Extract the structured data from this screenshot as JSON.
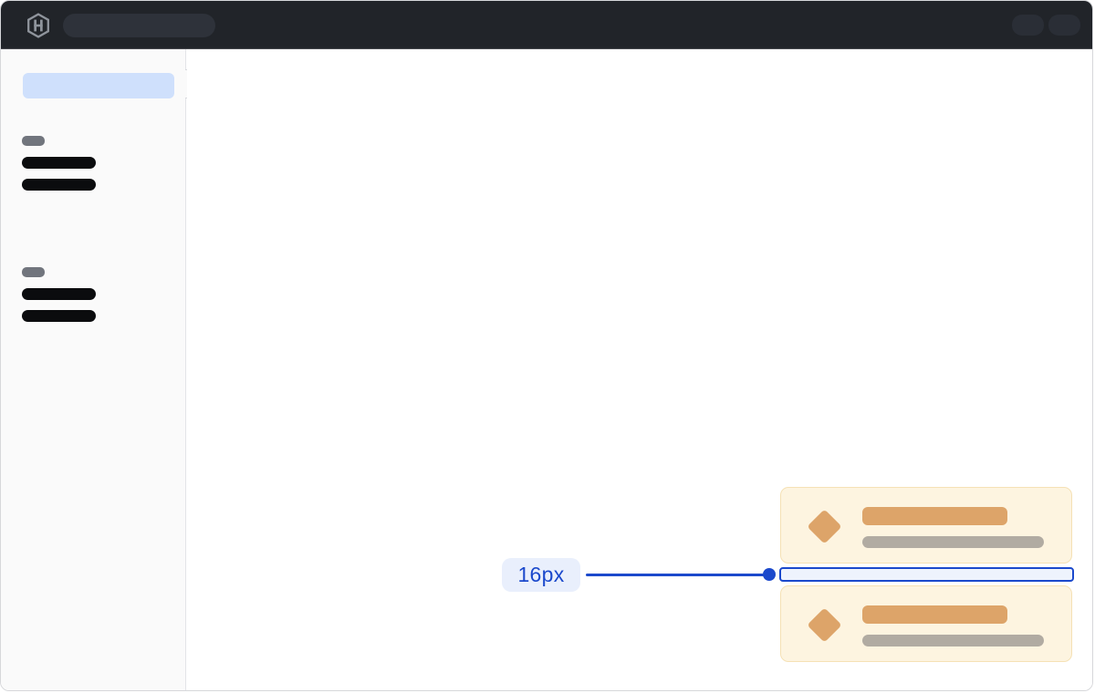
{
  "annotation": {
    "label": "16px"
  },
  "icons": {
    "logo": "hashicorp-logo",
    "card_bullet": "diamond"
  },
  "topbar": {
    "skeleton_elements": [
      "search-pill",
      "action-pill",
      "action-pill"
    ]
  },
  "sidebar": {
    "selected_item_skeleton": true,
    "groups": [
      {
        "section_label_skeleton": true,
        "item_skeletons": 2
      },
      {
        "section_label_skeleton": true,
        "item_skeletons": 2
      }
    ]
  },
  "cards": {
    "count": 2,
    "skeleton_parts": [
      "diamond-bullet",
      "title-bar",
      "subtitle-bar"
    ]
  },
  "colors": {
    "topbar_background": "#212429",
    "topbar_skeleton": "#2e323a",
    "topbar_button": "#2a2e36",
    "logo": "#8f949c",
    "sidebar_background": "#fafafa",
    "sidebar_border": "#e3e4e8",
    "sidebar_selected": "#cfe0fc",
    "sidebar_section_label": "#71757d",
    "sidebar_item": "#0b0c0e",
    "card_background": "#fdf4e0",
    "card_border": "#f5e1b5",
    "card_accent": "#dda469",
    "card_muted": "#b1aba2",
    "annotation_blue": "#1b49cc",
    "annotation_label_bg": "#e9effc",
    "highlight_fill": "#eef3fd",
    "window_border": "#d6d7da"
  }
}
